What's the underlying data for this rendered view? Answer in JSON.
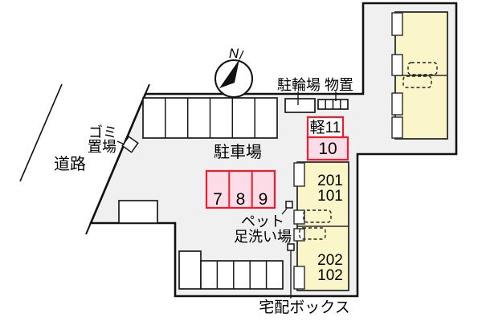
{
  "plan": {
    "north_label": "N",
    "road_label": "道路",
    "parking_lot_label": "駐車場",
    "garbage_label": [
      "ゴミ",
      "置場"
    ],
    "bicycle_parking_label": "駐輪場",
    "storage_label": "物置",
    "pet_wash_label": [
      "ペット",
      "足洗い場"
    ],
    "delivery_box_label": "宅配ボックス",
    "spaces": {
      "kei": "軽11",
      "ten": "10",
      "seven": "7",
      "eight": "8",
      "nine": "9"
    },
    "east_building_units": {
      "upper": [
        "201",
        "101"
      ],
      "lower": [
        "202",
        "102"
      ]
    },
    "top_row_space_count": 6,
    "bottom_row_space_count": 6
  },
  "colors": {
    "site_fill": "#f0f0f0",
    "building_fill": "#faf6c9",
    "highlight_fill": "#fcdce6",
    "highlight_stroke": "#ee1c2d",
    "outline": "#111111"
  }
}
